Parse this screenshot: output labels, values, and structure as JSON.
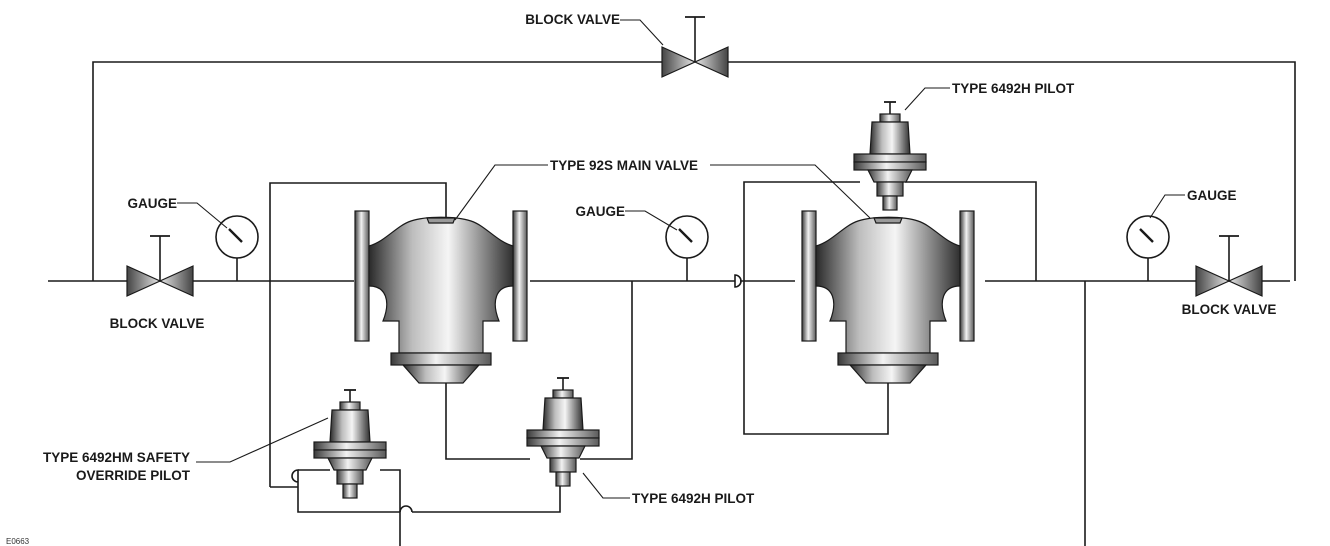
{
  "labels": {
    "block_valve_top": "BLOCK VALVE",
    "block_valve_left": "BLOCK VALVE",
    "block_valve_right": "BLOCK VALVE",
    "gauge_left": "GAUGE",
    "gauge_middle": "GAUGE",
    "gauge_right": "GAUGE",
    "main_valve": "TYPE 92S MAIN VALVE",
    "pilot_top": "TYPE 6492H PILOT",
    "pilot_bottom": "TYPE 6492H PILOT",
    "safety_pilot_line1": "TYPE 6492HM SAFETY",
    "safety_pilot_line2": "OVERRIDE PILOT",
    "figure_number": "E0663"
  },
  "colors": {
    "line": "#1a1a1a",
    "metal_dark": "#3a3a3a",
    "metal_mid": "#9a9a9a",
    "metal_light": "#f2f2f2"
  }
}
